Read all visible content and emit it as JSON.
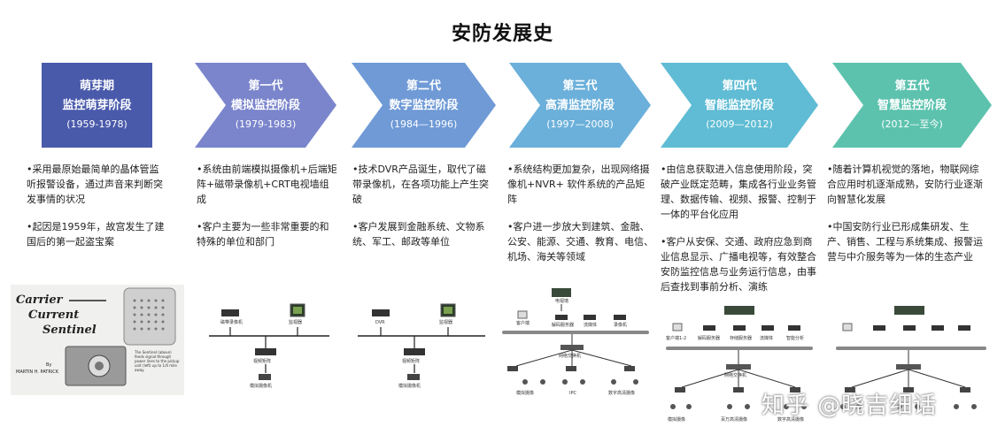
{
  "title": "安防发展史",
  "colors": {
    "stage0": "#4a5aab",
    "stage1": "#7a85cc",
    "stage2": "#6f9ad6",
    "stage3": "#6bb0da",
    "stage4": "#5fbcd4",
    "stage5": "#5cc2ae"
  },
  "stages": [
    {
      "name": "萌芽期",
      "title": "监控萌芽阶段",
      "years": "(1959-1978)",
      "bullets": [
        "•采用最原始最简单的晶体管监听报警设备，通过声音来判断突发事情的状况",
        "•起因是1959年，故宫发生了建国后的第一起盗宝案"
      ]
    },
    {
      "name": "第一代",
      "title": "模拟监控阶段",
      "years": "(1979-1983)",
      "bullets": [
        "•系统由前端模拟摄像机+后端矩阵+磁带录像机+CRT电视墙组成",
        "•客户主要为一些非常重要的和特殊的单位和部门"
      ]
    },
    {
      "name": "第二代",
      "title": "数字监控阶段",
      "years": "(1984—1996)",
      "bullets": [
        "•技术DVR产品诞生，取代了磁带录像机，在各项功能上产生突破",
        "•客户发展到金融系统、文物系统、军工、邮政等单位"
      ]
    },
    {
      "name": "第三代",
      "title": "高清监控阶段",
      "years": "(1997—2008)",
      "bullets": [
        "•系统结构更加复杂，出现网络摄像机+NVR+ 软件系统的产品矩阵",
        "•客户进一步放大到建筑、金融、公安、能源、交通、教育、电信、机场、海关等领域"
      ]
    },
    {
      "name": "第四代",
      "title": "智能监控阶段",
      "years": "(2009—2012)",
      "bullets": [
        "•由信息获取进入信息使用阶段，突破产业既定范畴，集成各行业业务管理、数据传输、视频、报警、控制于一体的平台化应用",
        "•客户从安保、交通、政府应急到商业信息显示、广播电视等，有效整合安防监控信息与业务运行信息，由事后查找到事前分析、演练"
      ]
    },
    {
      "name": "第五代",
      "title": "智慧监控阶段",
      "years": "(2012—至今)",
      "bullets": [
        "•随着计算机视觉的落地，物联网综合应用时机逐渐成熟，安防行业逐渐向智慧化发展",
        "•中国安防行业已形成集研发、生产、销售、工程与系统集成、报警运营与中介服务等为一体的生态产业"
      ]
    }
  ],
  "illustrations": {
    "poster": {
      "line1": "Carrier",
      "line2": "Current",
      "line3": "Sentinel",
      "author": "MARTIN H. PATRICK",
      "by": "By",
      "caption": "The Sentinel (above) feeds signal through power lines to the pickup unit (left) up to 1/4 mile away."
    },
    "analog": {
      "device1": "磁带录像机",
      "device2": "监视器",
      "matrix": "视频矩阵",
      "camera": "模拟摄像机"
    },
    "digital": {
      "device1": "DVR",
      "device2": "监视器",
      "matrix": "视频矩阵",
      "camera": "模拟摄像机"
    },
    "hd": {
      "top": "电视墙",
      "client": "客户端",
      "decoder": "解码服务器",
      "storage": "流媒体",
      "nvr": "录像机",
      "switch": "网络交换机",
      "cam1": "模拟摄像",
      "cam2": "IPC",
      "cam3": "数字高清摄像"
    },
    "smart": {
      "client": "客户端1-2",
      "decoder": "解码服务器",
      "storage": "存储服务器",
      "stream": "流媒体",
      "ai": "智能分析",
      "switch": "网络交换机",
      "cam1": "模拟摄像",
      "cam2": "百万高清摄像",
      "cam3": "数字高清摄像"
    }
  },
  "watermark": "知乎 @晓吉细话"
}
